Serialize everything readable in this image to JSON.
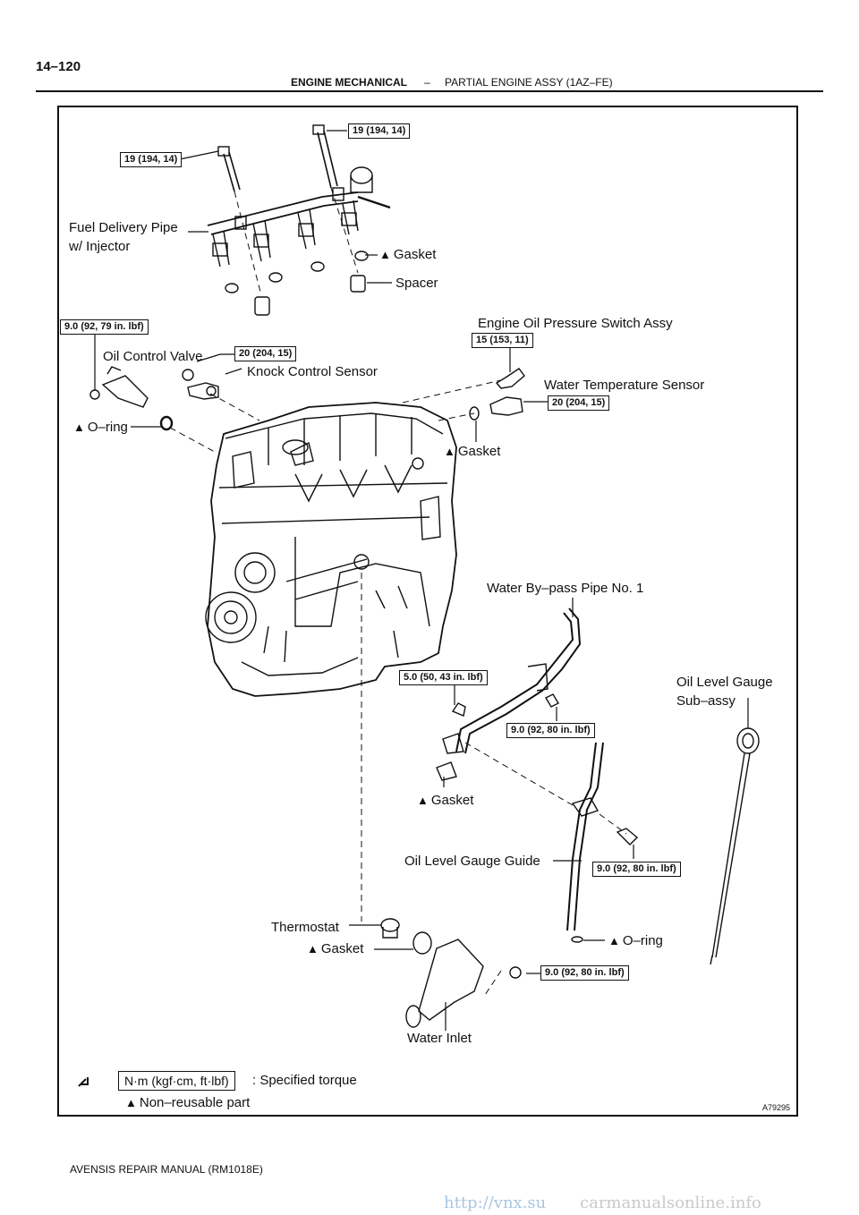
{
  "header": {
    "page_number": "14–120",
    "section": "ENGINE MECHANICAL",
    "separator": "–",
    "subsection": "PARTIAL ENGINE ASSY (1AZ–FE)"
  },
  "figure_id": "A79295",
  "footer": "AVENSIS REPAIR MANUAL   (RM1018E)",
  "watermark": {
    "left": "http://vnx.su",
    "right": "carmanualsonline.info"
  },
  "labels": {
    "fuel_delivery_pipe_1": "Fuel Delivery Pipe",
    "fuel_delivery_pipe_2": "w/ Injector",
    "gasket_fuel": "Gasket",
    "spacer": "Spacer",
    "oil_control_valve": "Oil Control Valve",
    "knock_control_sensor": "Knock Control Sensor",
    "oil_pressure_switch": "Engine Oil Pressure Switch Assy",
    "water_temp_sensor": "Water Temperature Sensor",
    "o_ring_ocv": "O–ring",
    "gasket_sensor": "Gasket",
    "water_bypass_pipe": "Water By–pass Pipe No. 1",
    "oil_level_gauge_1": "Oil Level Gauge",
    "oil_level_gauge_2": "Sub–assy",
    "gasket_bypass": "Gasket",
    "oil_level_gauge_guide": "Oil Level Gauge Guide",
    "thermostat": "Thermostat",
    "gasket_thermostat": "Gasket",
    "o_ring_guide": "O–ring",
    "water_inlet": "Water Inlet"
  },
  "torques": {
    "t_fuel_right": "19 (194, 14)",
    "t_fuel_left": "19 (194, 14)",
    "t_ocv": "9.0 (92, 79 in. lbf)",
    "t_knock": "20 (204, 15)",
    "t_oil_pressure": "15 (153, 11)",
    "t_water_temp": "20 (204, 15)",
    "t_bypass_nut": "5.0 (50, 43 in. lbf)",
    "t_bypass_bolt": "9.0 (92, 80 in. lbf)",
    "t_guide_bolt": "9.0 (92, 80 in. lbf)",
    "t_inlet_bolt": "9.0 (92, 80 in. lbf)"
  },
  "legend": {
    "torque_unit": "N·m (kgf·cm, ft·lbf)",
    "torque_desc": ": Specified torque",
    "non_reusable": "Non–reusable part"
  },
  "icons": [
    "torque-wrench-icon",
    "non-reusable-triangle-icon"
  ]
}
